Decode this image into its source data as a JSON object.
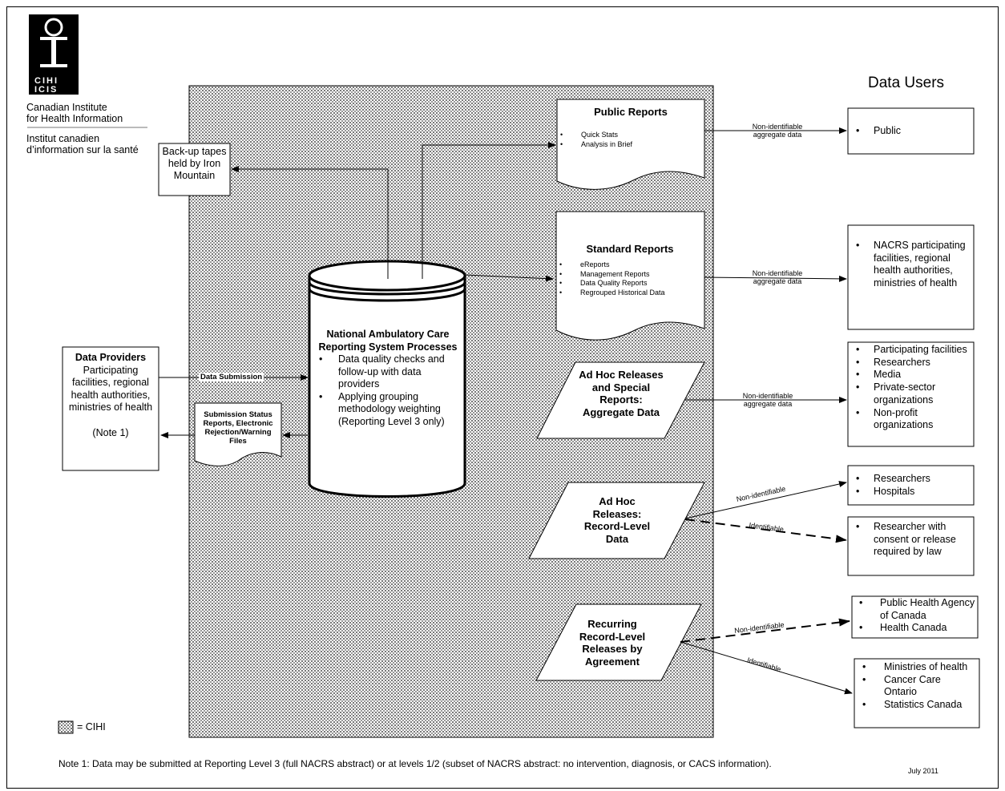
{
  "logo": {
    "text": "CIHI ICIS",
    "name_en_1": "Canadian Institute",
    "name_en_2": "for Health Information",
    "name_fr_1": "Institut canadien",
    "name_fr_2": "d’information sur la santé"
  },
  "data_users_heading": "Data Users",
  "backup": "Back-up tapes held by Iron Mountain",
  "providers": {
    "title": "Data Providers",
    "body": "Participating facilities, regional health authorities, ministries of health",
    "note": "(Note 1)"
  },
  "data_submission_label": "Data Submission",
  "submission_status": "Submission Status Reports, Electronic Rejection/Warning Files",
  "cylinder": {
    "title": "National Ambulatory Care Reporting System Processes",
    "items": [
      "Data quality checks and follow-up with data providers",
      "Applying grouping methodology weighting (Reporting Level 3 only)"
    ]
  },
  "public_reports": {
    "title": "Public Reports",
    "items": [
      "Quick Stats",
      "Analysis in Brief"
    ]
  },
  "standard_reports": {
    "title": "Standard Reports",
    "items": [
      "eReports",
      "Management Reports",
      "Data Quality Reports",
      "Regrouped Historical Data"
    ]
  },
  "adhoc_aggregate": "Ad Hoc Releases and Special Reports: Aggregate Data",
  "adhoc_record": "Ad Hoc Releases: Record-Level Data",
  "recurring": "Recurring Record-Level Releases by Agreement",
  "labels": {
    "non_identifiable_aggregate_1": "Non-identifiable",
    "non_identifiable_aggregate_2": "aggregate data",
    "non_identifiable": "Non-identifiable",
    "identifiable": "Identifiable"
  },
  "users": {
    "public": [
      "Public"
    ],
    "nacrs": [
      "NACRS participating facilities, regional health authorities, ministries of health"
    ],
    "adhoc": [
      "Participating facilities",
      "Researchers",
      "Media",
      "Private-sector organizations",
      "Non-profit organizations"
    ],
    "research_hosp": [
      "Researchers",
      "Hospitals"
    ],
    "consent": [
      "Researcher with consent or release required by law"
    ],
    "phac": [
      "Public Health Agency of Canada",
      "Health Canada"
    ],
    "ministries": [
      "Ministries of health",
      "Cancer Care Ontario",
      "Statistics Canada"
    ]
  },
  "legend": "= CIHI",
  "note": "Note 1: Data may be submitted at Reporting Level 3 (full NACRS abstract) or at levels 1/2 (subset of NACRS abstract: no intervention, diagnosis, or CACS information).",
  "date": "July 2011"
}
